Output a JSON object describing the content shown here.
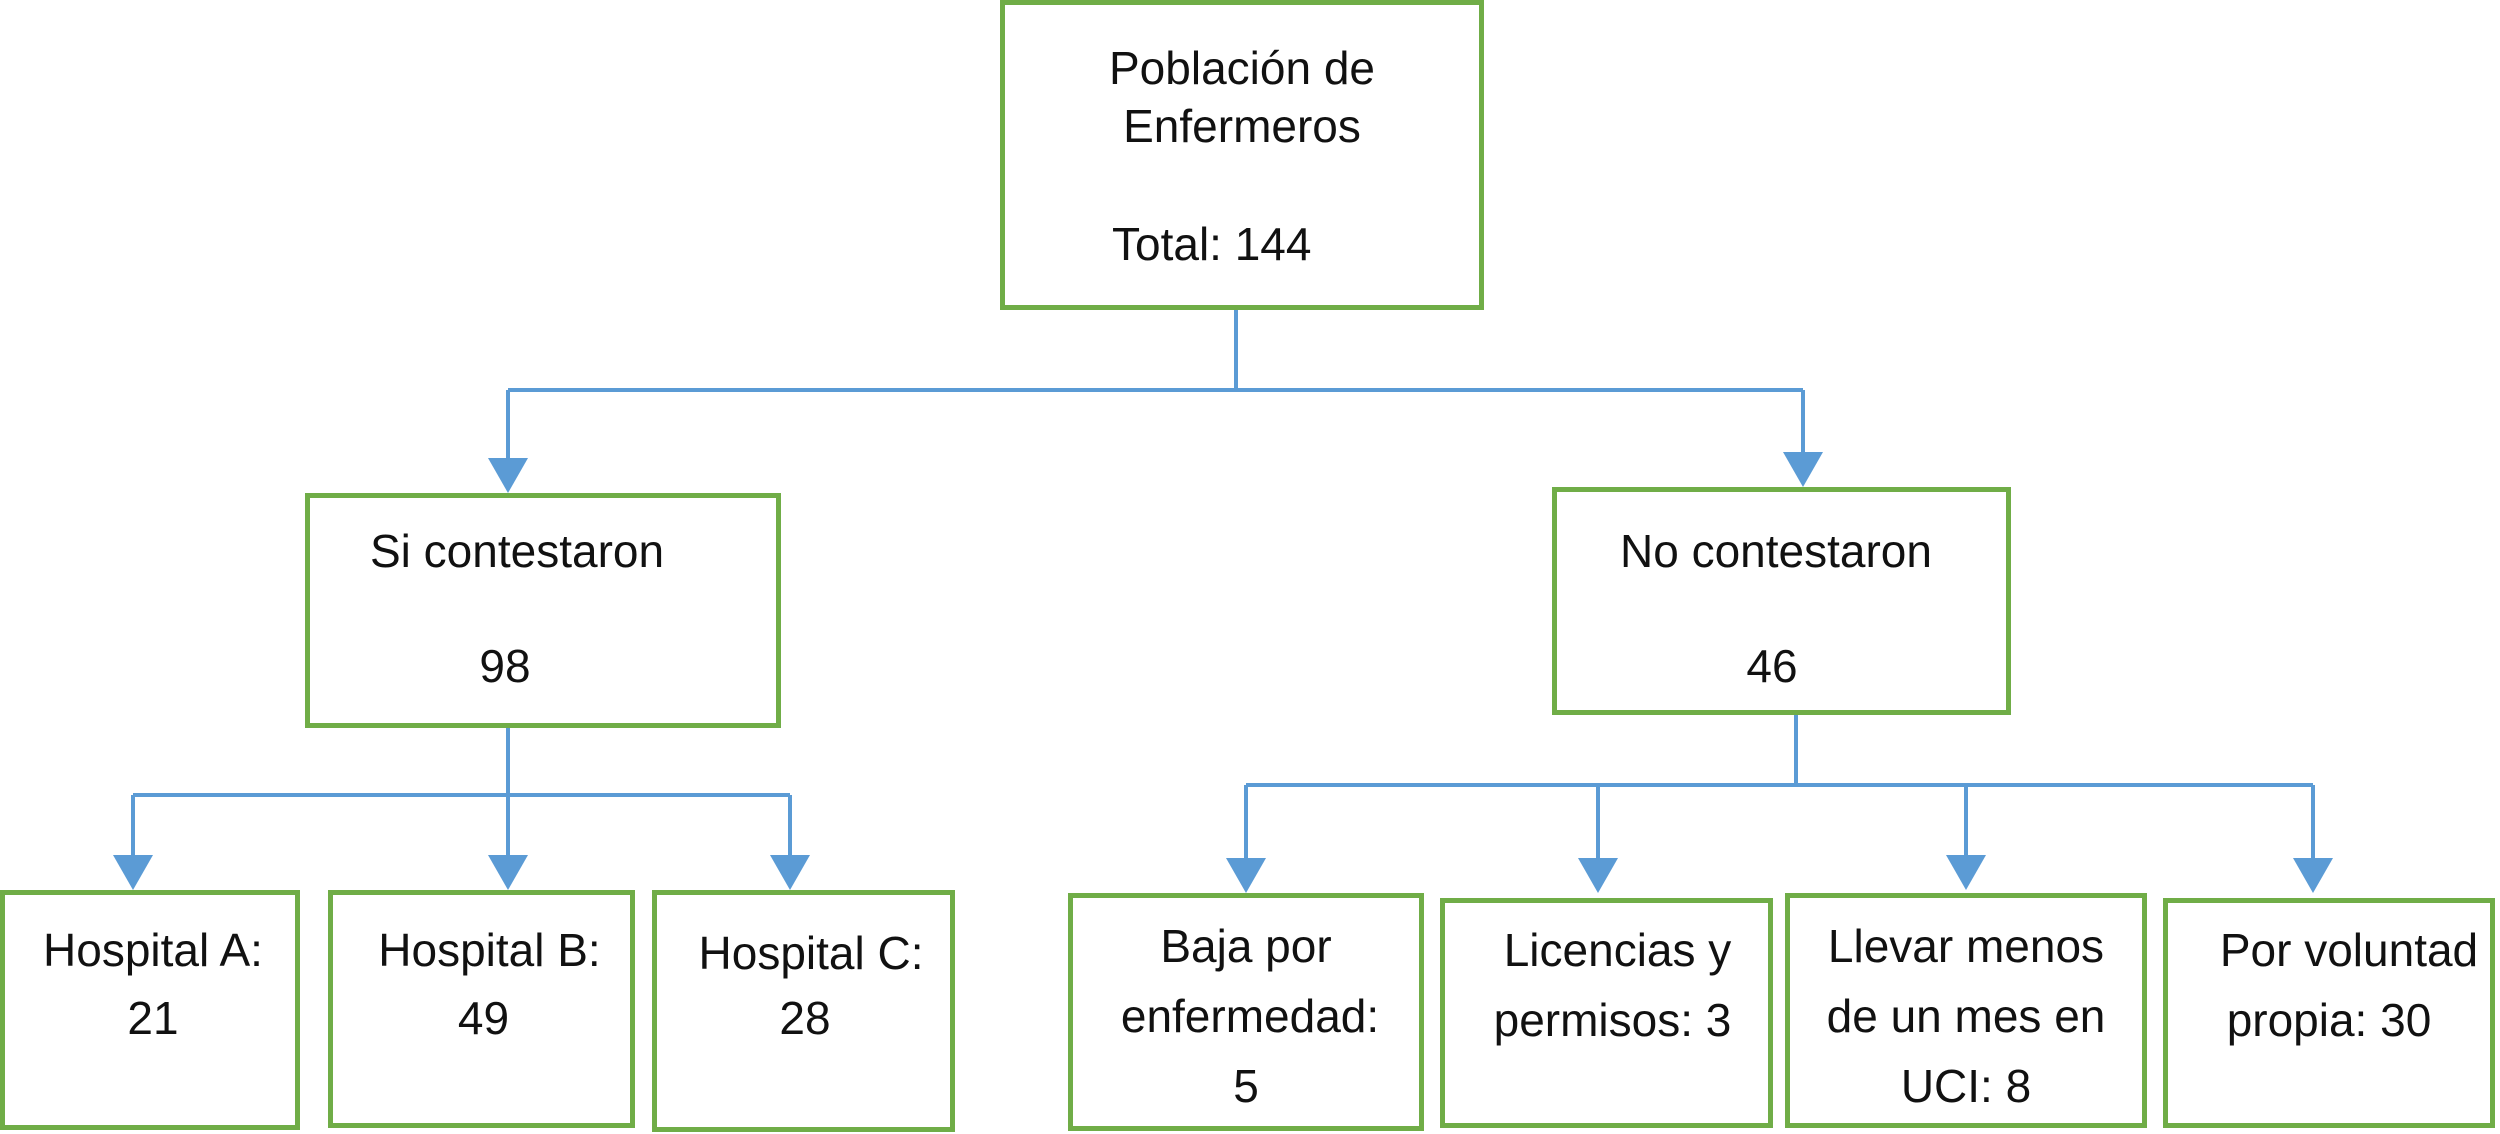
{
  "root": {
    "line1": "Población de",
    "line2": "Enfermeros",
    "total": "Total: 144"
  },
  "si": {
    "label": "Si contestaron",
    "count": "98"
  },
  "no": {
    "label": "No contestaron",
    "count": "46"
  },
  "hospitals": [
    {
      "label": "Hospital A:",
      "value": "21"
    },
    {
      "label": "Hospital B:",
      "value": "49"
    },
    {
      "label": "Hospital C:",
      "value": "28"
    }
  ],
  "reasons": [
    {
      "l1": "Baja por",
      "l2": "enfermedad:",
      "l3": "5"
    },
    {
      "l1": "Licencias y",
      "l2": "permisos: 3"
    },
    {
      "l1": "Llevar menos",
      "l2": "de un mes en",
      "l3": "UCI: 8"
    },
    {
      "l1": "Por voluntad",
      "l2": "propia: 30"
    }
  ],
  "colors": {
    "box_border": "#70ad47",
    "arrow": "#5b9bd5"
  }
}
